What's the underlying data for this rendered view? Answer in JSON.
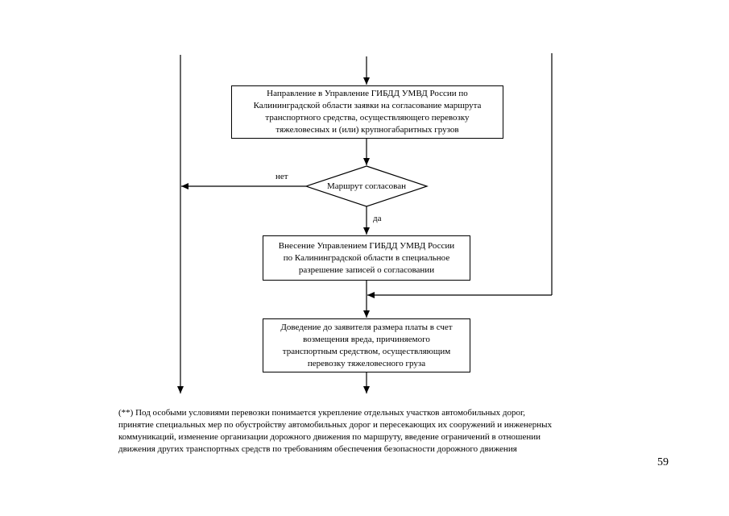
{
  "flowchart": {
    "box_request": {
      "lines": [
        "Направление в Управление ГИБДД УМВД России по",
        "Калининградской области заявки на согласование маршрута",
        "транспортного средства, осуществляющего перевозку",
        "тяжеловесных и (или) крупногабаритных грузов"
      ]
    },
    "decision": {
      "label": "Маршрут согласован",
      "no_label": "нет",
      "yes_label": "да"
    },
    "box_entry": {
      "lines": [
        "Внесение Управлением ГИБДД УМВД России",
        "по Калининградской области в специальное",
        "разрешение записей о согласовании"
      ]
    },
    "box_payment": {
      "lines": [
        "Доведение до заявителя размера платы в счет",
        "возмещения вреда, причиняемого",
        "транспортным средством, осуществляющим",
        "перевозку тяжеловесного груза"
      ]
    }
  },
  "footnote": {
    "lines": [
      "(**) Под особыми условиями перевозки понимается укрепление отдельных участков автомобильных дорог,",
      "принятие специальных мер по обустройству автомобильных дорог и пересекающих их сооружений и инженерных",
      "коммуникаций, изменение организации дорожного движения по маршруту, введение ограничений в отношении",
      "движения других транспортных средств по требованиям обеспечения безопасности дорожного движения"
    ]
  },
  "page_number": "59"
}
